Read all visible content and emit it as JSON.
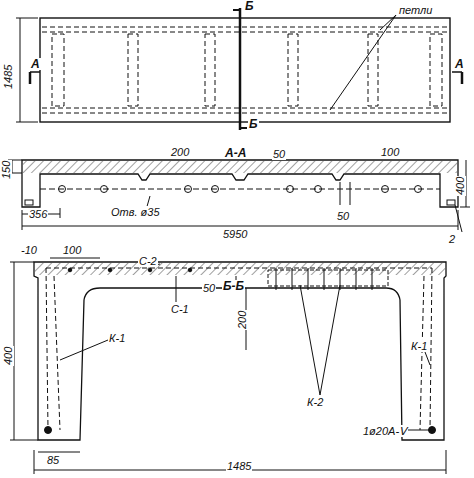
{
  "diagram": {
    "labels": [
      "петли",
      "1485",
      "А",
      "А",
      "Б",
      "Б",
      "150",
      "200",
      "А-А",
      "50",
      "100",
      "400",
      "356",
      "Отв. ø35",
      "50",
      "5950",
      "2",
      "-10",
      "100",
      "С-2",
      "50",
      "Б-Б",
      "400",
      "С-1",
      "200",
      "К-1",
      "К-2",
      "К-1",
      "1ø20А-Ⅴ",
      "85",
      "1485"
    ]
  }
}
